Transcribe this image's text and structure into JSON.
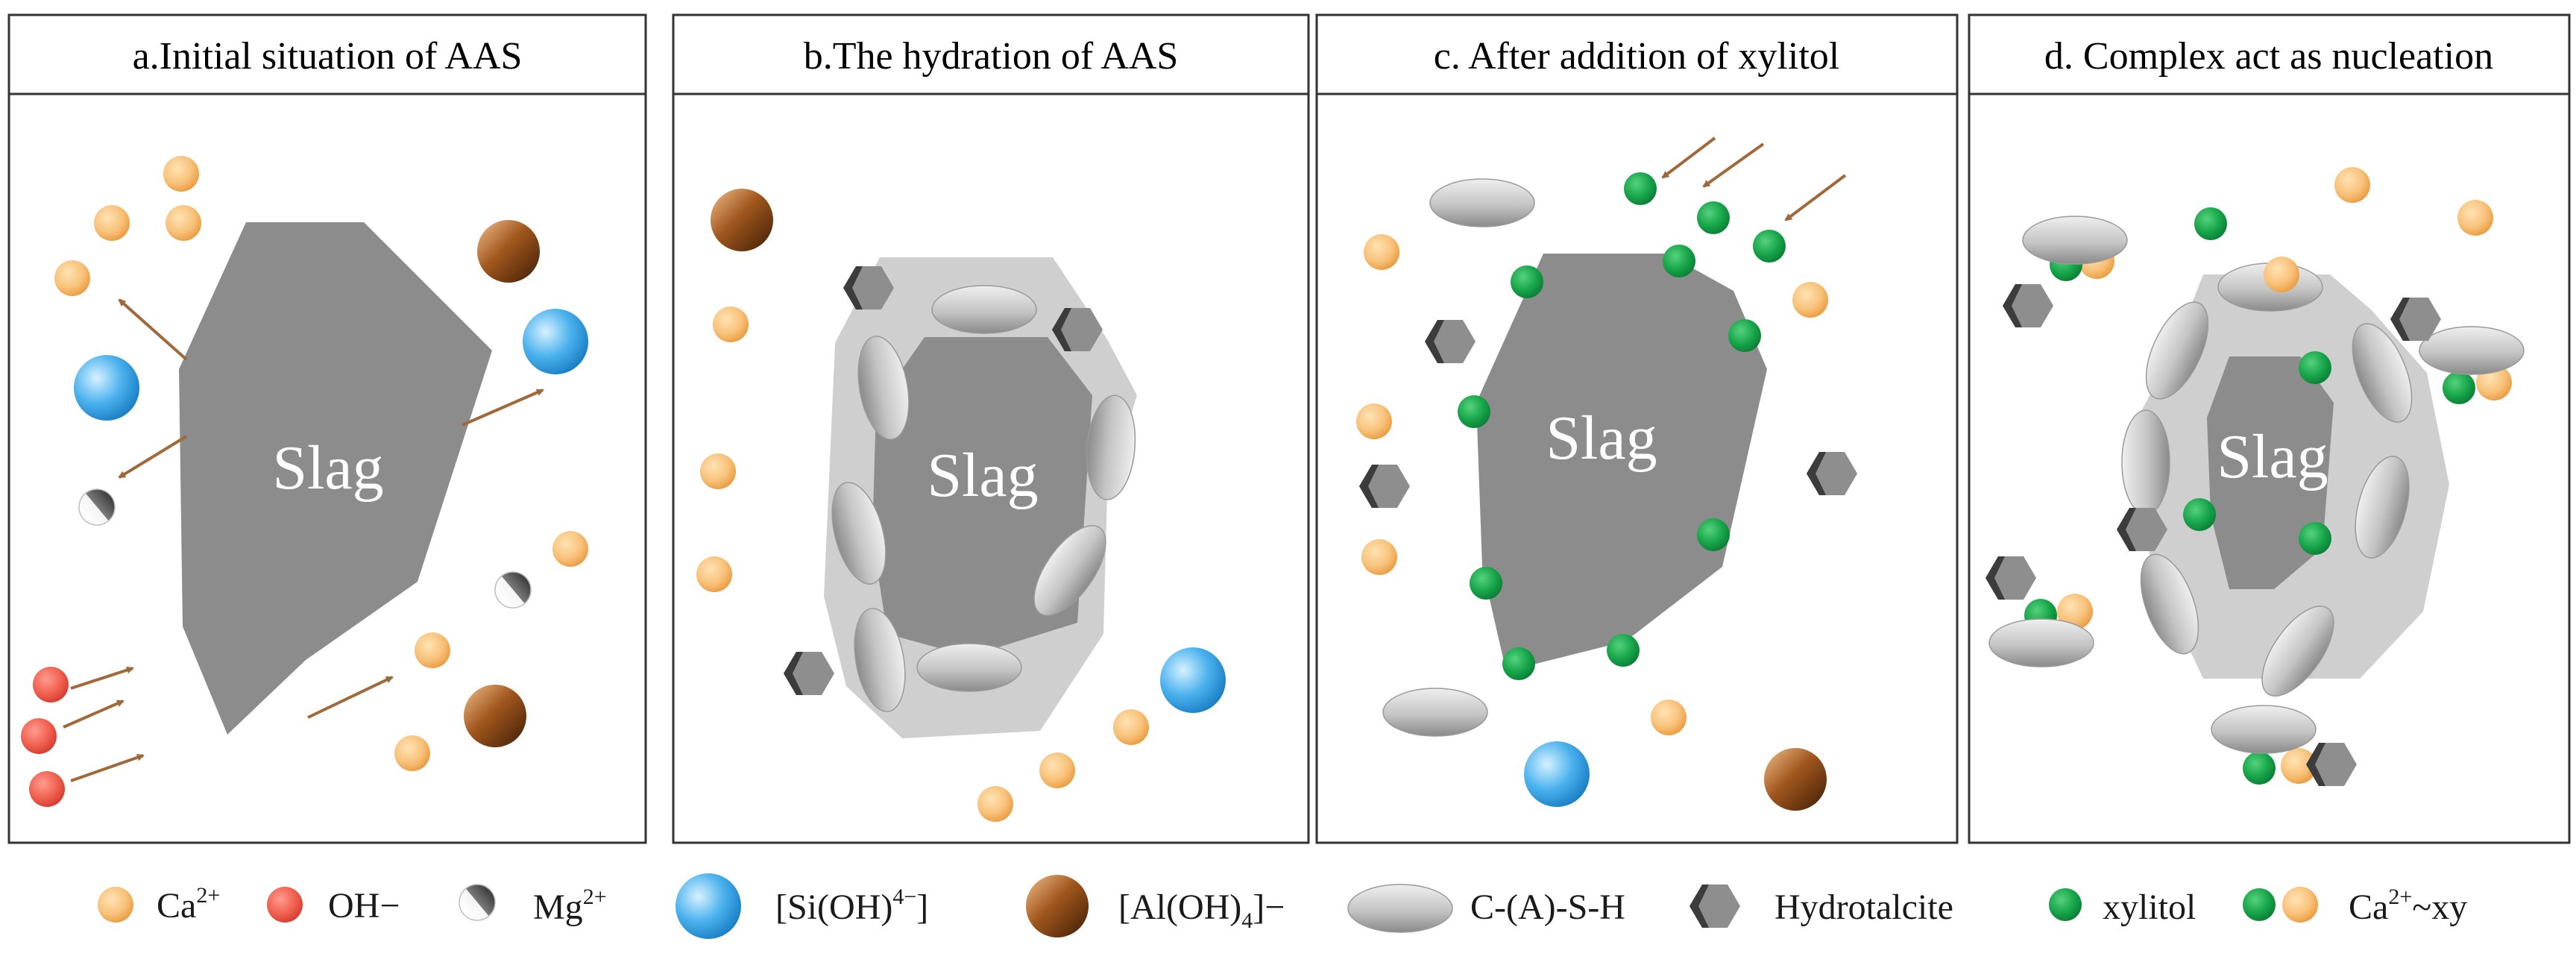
{
  "panels": [
    {
      "id": "a",
      "title": "a.Initial situation of AAS",
      "slag_label": "Slag"
    },
    {
      "id": "b",
      "title": "b.The hydration of AAS",
      "slag_label": "Slag"
    },
    {
      "id": "c",
      "title": "c. After addition of xylitol",
      "slag_label": "Slag"
    },
    {
      "id": "d",
      "title": "d. Complex act as nucleation",
      "slag_label": "Slag"
    }
  ],
  "legend": [
    {
      "key": "ca",
      "label": "Ca",
      "sup": "2+"
    },
    {
      "key": "oh",
      "label": "OH−"
    },
    {
      "key": "mg",
      "label": "Mg",
      "sup": "2+"
    },
    {
      "key": "si",
      "label": "[Si(OH)",
      "sup": "4−",
      "tail": "]"
    },
    {
      "key": "al",
      "label": "[Al(OH)",
      "sub": "4",
      "tail": "]−"
    },
    {
      "key": "csh",
      "label": "C-(A)-S-H"
    },
    {
      "key": "ht",
      "label": "Hydrotalcite"
    },
    {
      "key": "xy",
      "label": "xylitol"
    },
    {
      "key": "caxy",
      "label": "Ca",
      "sup": "2+",
      "tail": "~xy"
    }
  ],
  "colors": {
    "slag": "#8c8c8c",
    "hydration_layer": "#cfcfcf",
    "ca": "#f6b860",
    "oh": "#ee5a4f",
    "si": "#3aa6e6",
    "al": "#8e4a19",
    "xylitol": "#1aa54a",
    "csh": "#c8c8c8",
    "hydrotalcite": "#8a8a8a",
    "arrow": "#a0693a"
  },
  "icons": [
    "ca-ion-icon",
    "hydroxide-ion-icon",
    "mg-ion-icon",
    "silicate-ion-icon",
    "aluminate-ion-icon",
    "csh-icon",
    "hydrotalcite-icon",
    "xylitol-icon",
    "ca-xylitol-complex-icon"
  ]
}
